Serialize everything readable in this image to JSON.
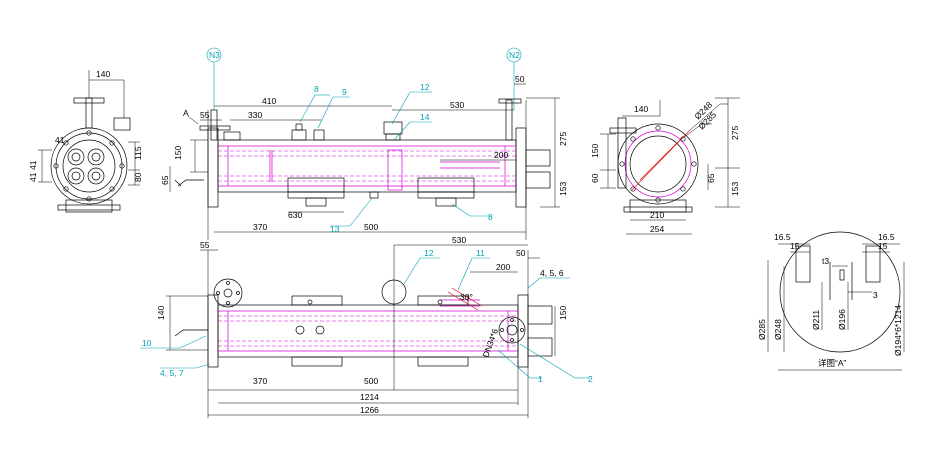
{
  "title_detail": "详图“A”",
  "grid_bubbles": {
    "left": "N3",
    "right": "N2"
  },
  "left_view": {
    "d140": "140",
    "d41a": "41",
    "d41b": "41",
    "d115": "115",
    "d80": "80",
    "d41c": "41"
  },
  "front_view": {
    "d410": "410",
    "d330": "330",
    "d55": "55",
    "d150": "150",
    "d65": "65",
    "d630": "630",
    "d370": "370",
    "d500": "500",
    "d530": "530",
    "d50": "50",
    "d200": "200",
    "d275": "275",
    "d153": "153",
    "lbl8a": "8",
    "lbl9": "9",
    "lbl12": "12",
    "lbl14": "14",
    "lbl13": "13",
    "lbl8b": "8",
    "lblA": "A"
  },
  "right_view": {
    "d140": "140",
    "d248": "Ø248",
    "d285": "Ø285",
    "d275": "275",
    "d150": "150",
    "d60": "60",
    "d65": "65",
    "d153": "153",
    "d210": "210",
    "d254": "254"
  },
  "plan_view": {
    "d55": "55",
    "d530": "530",
    "d50": "50",
    "d12": "12",
    "d11": "11",
    "d200": "200",
    "d456": "4, 5, 6",
    "d140": "140",
    "d150": "150",
    "d30": "30°",
    "dn": "DN34*6",
    "lbl10": "10",
    "lbl457": "4, 5, 7",
    "lbl1": "1",
    "lbl2": "2",
    "d370": "370",
    "d500": "500",
    "d1214": "1214",
    "d1266": "1266"
  },
  "detail_view": {
    "d165a": "16.5",
    "d15a": "15",
    "d165b": "16.5",
    "d15b": "15",
    "t3": "t3",
    "d3": "3",
    "d285": "Ø285",
    "d248": "Ø248",
    "d211": "Ø211",
    "d196": "Ø196",
    "d1214": "Ø194*6*1214"
  }
}
